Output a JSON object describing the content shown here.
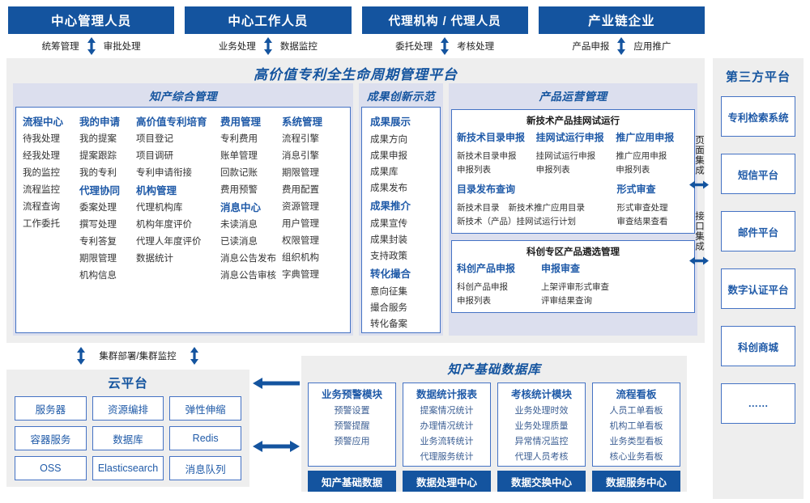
{
  "roles": [
    {
      "label": "中心管理人员",
      "left": "统筹管理",
      "right": "审批处理"
    },
    {
      "label": "中心工作人员",
      "left": "业务处理",
      "right": "数据监控"
    },
    {
      "label": "代理机构 / 代理人员",
      "left": "委托处理",
      "right": "考核处理"
    },
    {
      "label": "产业链企业",
      "left": "产品申报",
      "right": "应用推广"
    }
  ],
  "platform": {
    "title": "高价值专利全生命周期管理平台",
    "sections": {
      "izc": {
        "title": "知产综合管理",
        "columns": [
          {
            "groups": [
              {
                "head": "流程中心",
                "items": [
                  "待我处理",
                  "经我处理",
                  "我的监控",
                  "流程监控",
                  "流程查询",
                  "工作委托"
                ]
              }
            ]
          },
          {
            "groups": [
              {
                "head": "我的申请",
                "items": [
                  "我的提案",
                  "提案跟踪",
                  "我的专利"
                ]
              },
              {
                "head": "代理协同",
                "items": [
                  "委案处理",
                  "撰写处理",
                  "专利答复",
                  "期限管理",
                  "机构信息"
                ]
              }
            ]
          },
          {
            "groups": [
              {
                "head": "高价值专利培育",
                "items": [
                  "项目登记",
                  "项目调研",
                  "专利申请衔接"
                ]
              },
              {
                "head": "机构管理",
                "items": [
                  "代理机构库",
                  "机构年度评价",
                  "代理人年度评价",
                  "数据统计"
                ]
              }
            ]
          },
          {
            "groups": [
              {
                "head": "费用管理",
                "items": [
                  "专利费用",
                  "账单管理",
                  "回款记账",
                  "费用预警"
                ]
              },
              {
                "head": "消息中心",
                "items": [
                  "未读消息",
                  "已读消息",
                  "消息公告发布",
                  "消息公告审核"
                ]
              }
            ]
          },
          {
            "groups": [
              {
                "head": "系统管理",
                "items": [
                  "流程引擎",
                  "消息引擎",
                  "期限管理",
                  "费用配置",
                  "资源管理",
                  "用户管理",
                  "权限管理",
                  "组织机构",
                  "字典管理"
                ]
              }
            ]
          }
        ]
      },
      "cgcx": {
        "title": "成果创新示范",
        "groups": [
          {
            "head": "成果展示",
            "items": [
              "成果方向",
              "成果申报",
              "成果库",
              "成果发布"
            ]
          },
          {
            "head": "成果推介",
            "items": [
              "成果宣传",
              "成果封装",
              "支持政策"
            ]
          },
          {
            "head": "转化撮合",
            "items": [
              "意向征集",
              "撮合服务",
              "转化备案"
            ]
          }
        ]
      },
      "cpyy": {
        "title": "产品运营管理",
        "box1": {
          "title": "新技术产品挂网试运行",
          "row1": [
            {
              "head": "新技术目录申报",
              "items": [
                "新技术目录申报",
                "申报列表"
              ]
            },
            {
              "head": "挂网试运行申报",
              "items": [
                "挂网试运行申报",
                "申报列表"
              ]
            },
            {
              "head": "推广应用申报",
              "items": [
                "推广应用申报",
                "申报列表"
              ]
            }
          ],
          "row2_left_head": "目录发布查询",
          "row2_left_items": [
            "新技术目录",
            "新技术推广应用目录",
            "新技术（产品）挂网试运行计划"
          ],
          "row2_right_head": "形式审查",
          "row2_right_items": [
            "形式审查处理",
            "审查结果查看"
          ]
        },
        "box2": {
          "title": "科创专区产品遴选管理",
          "cols": [
            {
              "head": "科创产品申报",
              "items": [
                "科创产品申报",
                "申报列表"
              ]
            },
            {
              "head": "申报审查",
              "items": [
                "上架评审形式审查",
                "评审结果查询"
              ]
            }
          ]
        }
      }
    }
  },
  "integration": [
    {
      "label": "页面集成"
    },
    {
      "label": "接口集成"
    }
  ],
  "third_party": {
    "title": "第三方平台",
    "items": [
      "专利检索系统",
      "短信平台",
      "邮件平台",
      "数字认证平台",
      "科创商城",
      "……"
    ]
  },
  "cluster_label": "集群部署/集群监控",
  "cloud": {
    "title": "云平台",
    "cells": [
      "服务器",
      "资源编排",
      "弹性伸缩",
      "容器服务",
      "数据库",
      "Redis",
      "OSS",
      "Elasticsearch",
      "消息队列"
    ]
  },
  "knowledge_db": {
    "title": "知产基础数据库",
    "columns": [
      {
        "head": "业务预警模块",
        "items": [
          "预警设置",
          "预警提醒",
          "预警应用"
        ],
        "foot": "知产基础数据"
      },
      {
        "head": "数据统计报表",
        "items": [
          "提案情况统计",
          "办理情况统计",
          "业务流转统计",
          "代理服务统计"
        ],
        "foot": "数据处理中心"
      },
      {
        "head": "考核统计模块",
        "items": [
          "业务处理时效",
          "业务处理质量",
          "异常情况监控",
          "代理人员考核"
        ],
        "foot": "数据交换中心"
      },
      {
        "head": "流程看板",
        "items": [
          "人员工单看板",
          "机构工单看板",
          "业务类型看板",
          "核心业务看板"
        ],
        "foot": "数据服务中心"
      }
    ]
  },
  "colors": {
    "brand_blue": "#14549f",
    "header_lavender": "#dcdfee",
    "panel_gray": "#eeeeee",
    "border_blue": "#4472c4",
    "text_blue": "#1f5aa8"
  }
}
